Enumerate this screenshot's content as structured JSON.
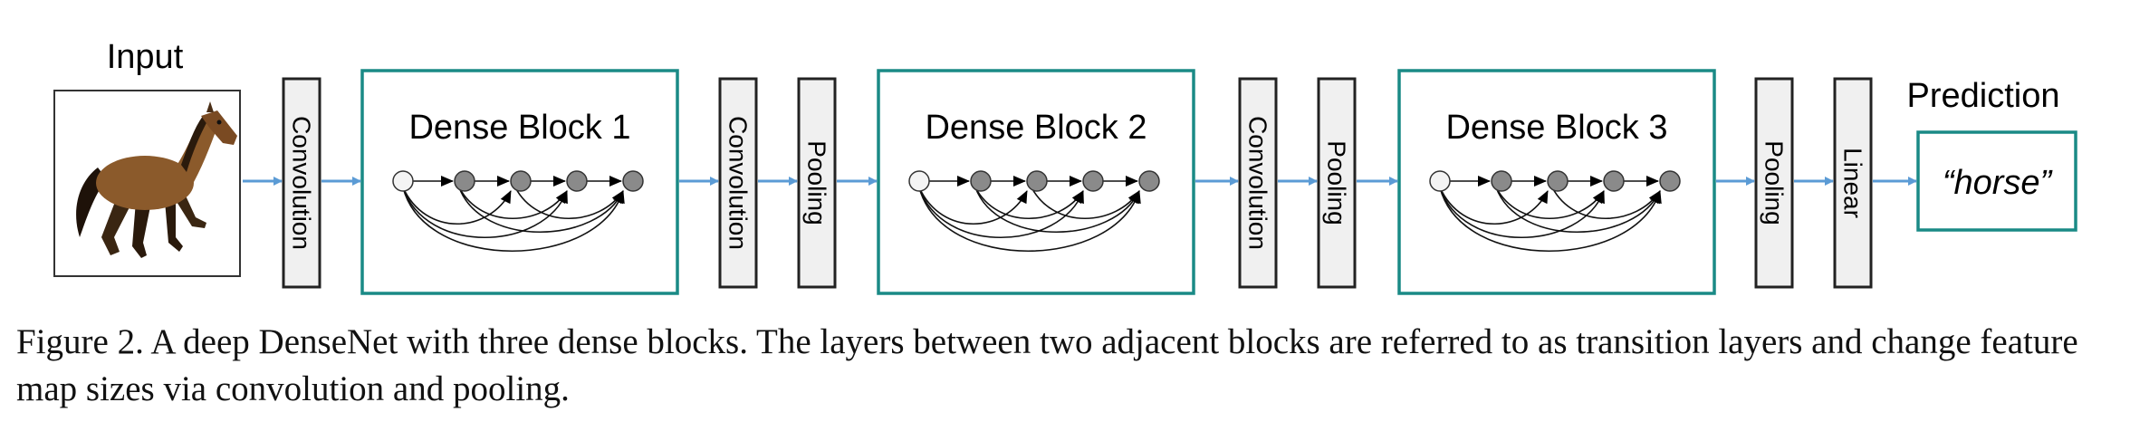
{
  "diagram": {
    "input_label": "Input",
    "output_label": "Prediction",
    "prediction_text": "“horse”",
    "layers": [
      {
        "id": "conv0",
        "label": "Convolution"
      },
      {
        "id": "block1",
        "label": "Dense Block 1"
      },
      {
        "id": "conv1",
        "label": "Convolution"
      },
      {
        "id": "pool1",
        "label": "Pooling"
      },
      {
        "id": "block2",
        "label": "Dense Block 2"
      },
      {
        "id": "conv2",
        "label": "Convolution"
      },
      {
        "id": "pool2",
        "label": "Pooling"
      },
      {
        "id": "block3",
        "label": "Dense Block 3"
      },
      {
        "id": "pool3",
        "label": "Pooling"
      },
      {
        "id": "linear",
        "label": "Linear"
      }
    ],
    "colors": {
      "block_border": "#1a8a86",
      "arrow": "#5b9bd5",
      "layer_fill": "#f0f0f0",
      "node_fill": "#8a8a8a",
      "first_node_fill": "#f4f4f4",
      "horse_body": "#8b5a2b"
    },
    "icons": [
      "horse-image"
    ]
  },
  "caption": "Figure 2. A deep DenseNet with three dense blocks. The layers between two adjacent blocks are referred to as transition layers and change feature map sizes via convolution and pooling."
}
